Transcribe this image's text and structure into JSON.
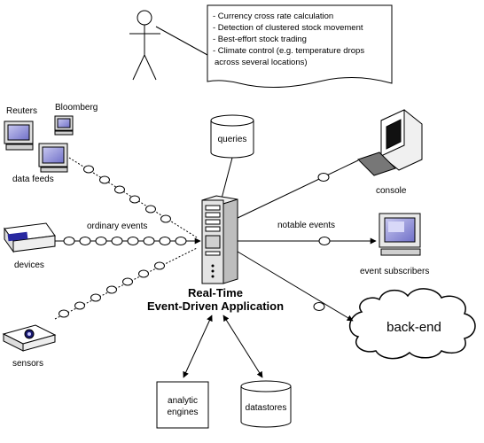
{
  "requirements": [
    "- Currency cross rate calculation",
    "- Detection of clustered stock movement",
    "- Best-effort stock trading",
    "- Climate control (e.g. temperature drops",
    "across several locations)"
  ],
  "queries_label": "queries",
  "sources": {
    "reuters": "Reuters",
    "bloomberg": "Bloomberg",
    "data_feeds": "data feeds",
    "devices": "devices",
    "sensors": "sensors"
  },
  "edge_labels": {
    "ordinary_events": "ordinary events",
    "notable_events": "notable events"
  },
  "app_title_line1": "Real-Time",
  "app_title_line2": "Event-Driven Application",
  "sinks": {
    "console": "console",
    "event_subscribers": "event subscribers",
    "back_end": "back-end"
  },
  "storage": {
    "analytic_line1": "analytic",
    "analytic_line2": "engines",
    "datastores": "datastores"
  }
}
